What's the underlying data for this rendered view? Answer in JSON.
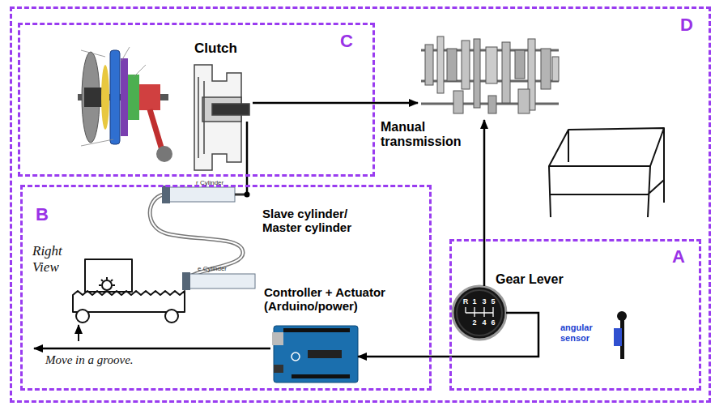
{
  "diagram": {
    "nodes": [
      {
        "text": [
          "D"
        ]
      },
      {
        "text": [
          "C"
        ],
        "in": 0
      },
      {
        "text": [
          "Clutch"
        ],
        "in": 1
      },
      {
        "text": [
          "Manual transmission"
        ],
        "in": 0
      },
      {
        "text": [
          "B"
        ],
        "in": 0
      },
      {
        "text": [
          "Slave cylinder/ Master cylinder"
        ],
        "in": 4
      },
      {
        "text": [
          "Controller + Actuator (Arduino/power)"
        ],
        "in": 4
      },
      {
        "text": [
          "A"
        ],
        "in": 0
      },
      {
        "text": [
          "Gear Lever"
        ],
        "in": 7
      }
    ],
    "edges": [
      {
        "from": 2,
        "to": 3,
        "arrow": "to"
      },
      {
        "from": 8,
        "to": 3,
        "arrow": "to"
      },
      {
        "from": 8,
        "to": 6,
        "arrow": "to"
      },
      {
        "from": 5,
        "to": 2,
        "arrow": "none"
      }
    ],
    "labels": [
      "r Cylinder",
      "e Cylinder",
      "Right View",
      "Move in a groove.",
      "angular sensor",
      "R",
      "1",
      "3",
      "5",
      "2",
      "4",
      "6"
    ]
  }
}
